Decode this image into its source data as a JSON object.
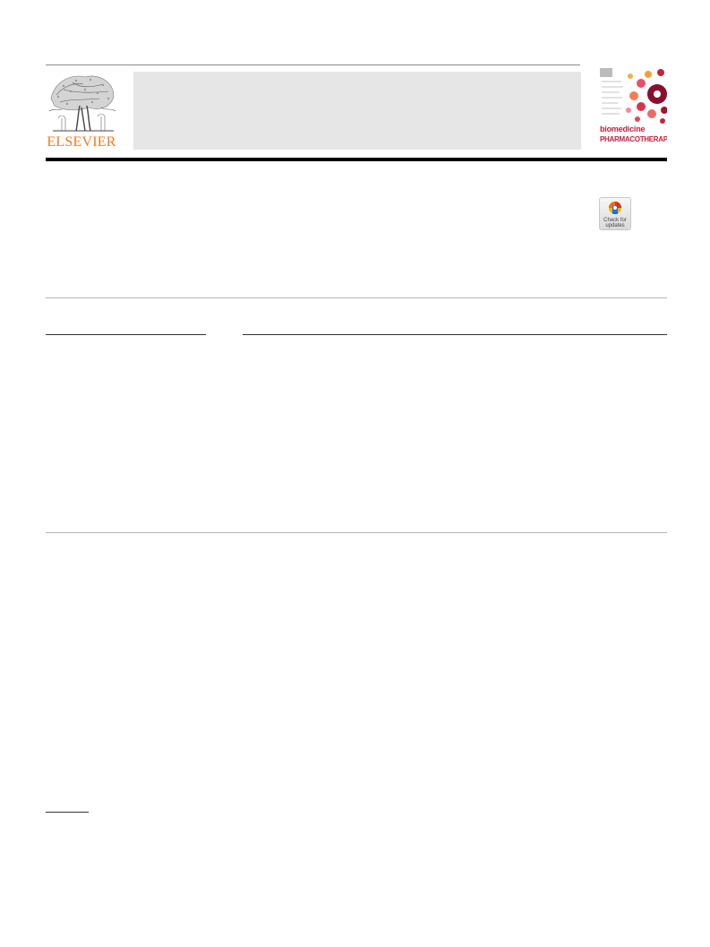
{
  "publisher": {
    "logo_text": "ELSEVIER",
    "logo_icon": "elsevier-tree-icon",
    "brand_color": "#f07a20"
  },
  "journal_cover": {
    "title_line_1": "biomedicine",
    "title_line_2": "PHARMACOTHERAPY",
    "accent_color": "#c8203d"
  },
  "check_for_updates": {
    "label_line_1": "Check for",
    "label_line_2": "updates",
    "icon": "check-for-updates-icon"
  }
}
